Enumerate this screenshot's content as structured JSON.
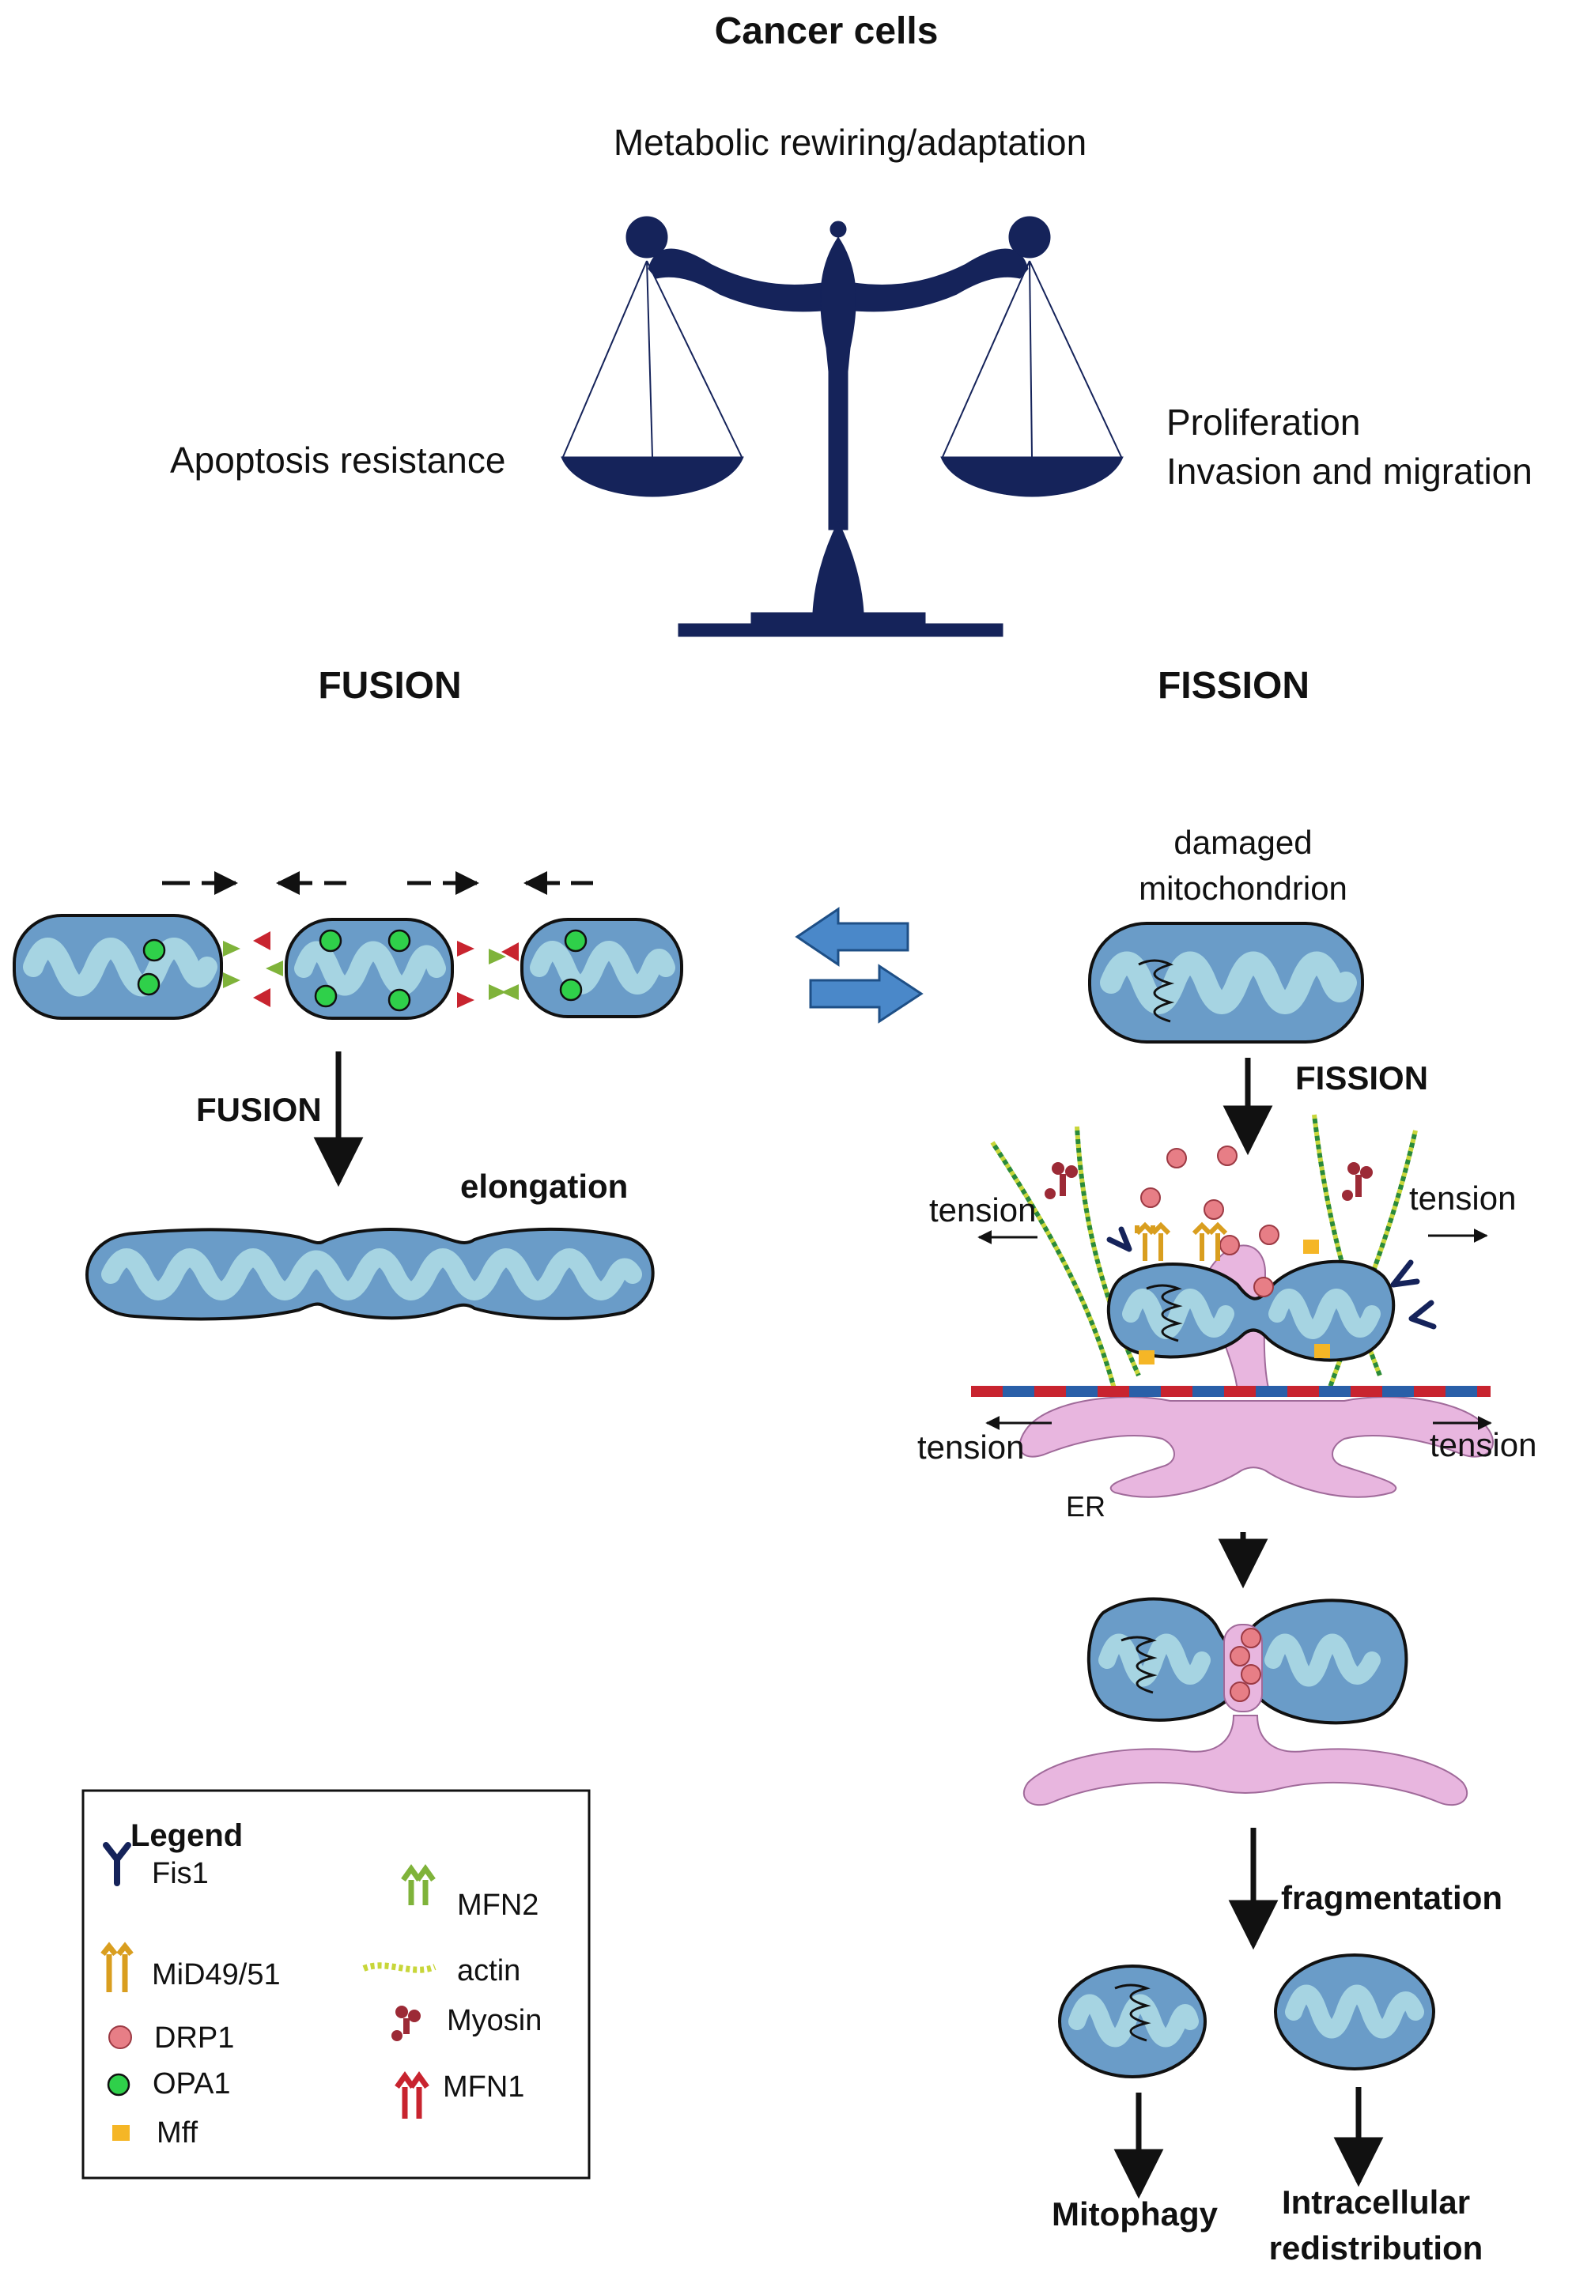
{
  "title": "Cancer cells",
  "balance": {
    "top_label": "Metabolic rewiring/adaptation",
    "left_label": "Apoptosis resistance",
    "right_label_1": "Proliferation",
    "right_label_2": "Invasion and migration"
  },
  "headings": {
    "fusion": "FUSION",
    "fission": "FISSION"
  },
  "fusion_panel": {
    "arrow_label": "FUSION",
    "result_label": "elongation"
  },
  "fission_panel": {
    "damaged_1": "damaged",
    "damaged_2": "mitochondrion",
    "arrow_label": "FISSION",
    "tension": "tension",
    "er_label": "ER",
    "fragmentation_label": "fragmentation",
    "outcome_left": "Mitophagy",
    "outcome_right_1": "Intracellular",
    "outcome_right_2": "redistribution"
  },
  "legend": {
    "title": "Legend",
    "items": [
      "Fis1",
      "MiD49/51",
      "DRP1",
      "OPA1",
      "Mff",
      "MFN2",
      "actin",
      "Myosin",
      "MFN1"
    ]
  },
  "colors": {
    "navy": "#15235a",
    "mito_fill": "#6a9cc8",
    "mito_inner": "#a6d4e2",
    "er_fill": "#e8b6df",
    "drp1": "#e77e86",
    "opa1": "#2fd04a",
    "mff": "#f5b626",
    "mfn1": "#c8242f",
    "mfn2": "#7fb33a",
    "mid49": "#d99e1f",
    "myosin": "#9c2a36",
    "arrow_blue": "#4a88c9"
  }
}
